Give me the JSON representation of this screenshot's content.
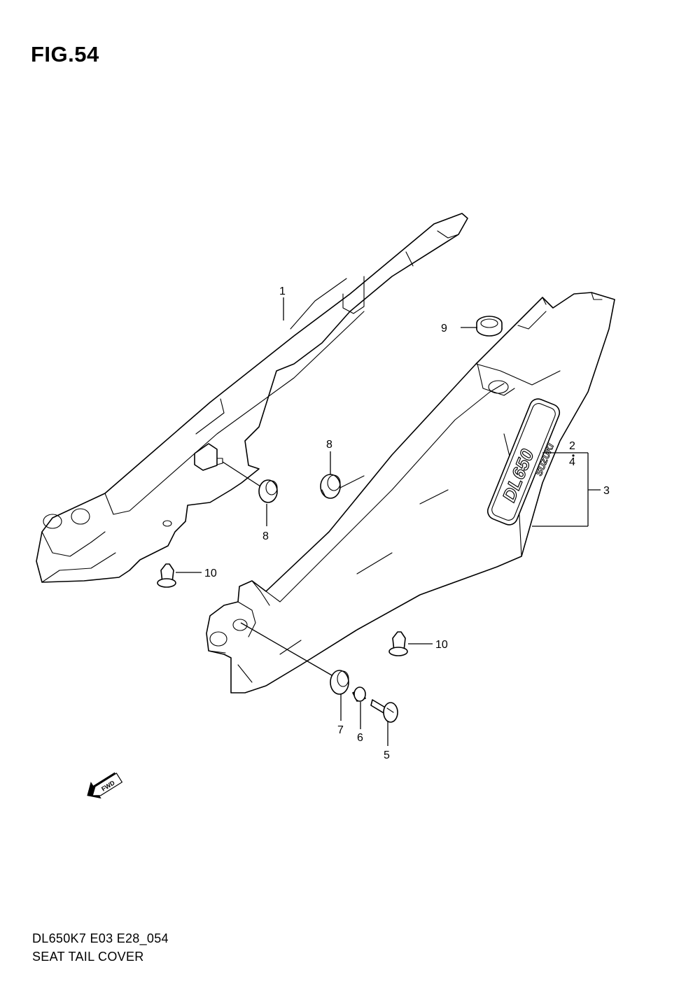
{
  "figure": {
    "title": "FIG.54",
    "model_code": "DL650K7 E03 E28_054",
    "caption": "SEAT TAIL COVER"
  },
  "callouts": [
    {
      "id": "c1",
      "label": "1"
    },
    {
      "id": "c2",
      "label": "2"
    },
    {
      "id": "c3",
      "label": "3"
    },
    {
      "id": "c4",
      "label": "4"
    },
    {
      "id": "c5",
      "label": "5"
    },
    {
      "id": "c6",
      "label": "6"
    },
    {
      "id": "c7",
      "label": "7"
    },
    {
      "id": "c8a",
      "label": "8"
    },
    {
      "id": "c8b",
      "label": "8"
    },
    {
      "id": "c9",
      "label": "9"
    },
    {
      "id": "c10a",
      "label": "10"
    },
    {
      "id": "c10b",
      "label": "10"
    }
  ],
  "emblem": {
    "brand": "SUZUKI",
    "model": "DL650"
  },
  "fwd_arrow": {
    "label": "FWD"
  }
}
